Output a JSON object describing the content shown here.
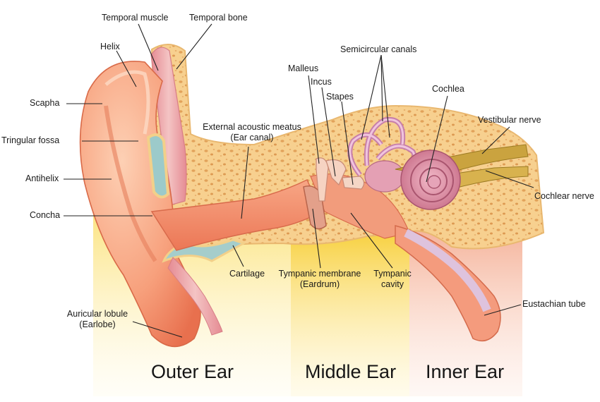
{
  "sections": {
    "outer": "Outer Ear",
    "middle": "Middle Ear",
    "inner": "Inner Ear"
  },
  "labels": {
    "temporal_muscle": "Temporal muscle",
    "temporal_bone": "Temporal bone",
    "helix": "Helix",
    "scapha": "Scapha",
    "triangular_fossa": "Tringular fossa",
    "antihelix": "Antihelix",
    "concha": "Concha",
    "auricular_lobule": "Auricular lobule",
    "auricular_lobule_sub": "(Earlobe)",
    "external_meatus": "External acoustic meatus",
    "external_meatus_sub": "(Ear canal)",
    "malleus": "Malleus",
    "incus": "Incus",
    "stapes": "Stapes",
    "semicircular_canals": "Semicircular canals",
    "cochlea": "Cochlea",
    "vestibular_nerve": "Vestibular nerve",
    "cochlear_nerve": "Cochlear nerve",
    "cartilage": "Cartilage",
    "tympanic_membrane": "Tympanic membrane",
    "tympanic_membrane_sub": "(Eardrum)",
    "tympanic_cavity": "Tympanic",
    "tympanic_cavity_sub": "cavity",
    "eustachian_tube": "Eustachian tube"
  },
  "colors": {
    "outer_band": "#fbe88a",
    "middle_band": "#f8d23a",
    "inner_band": "#f4b7a0",
    "bone": "#f6cf8a",
    "skin": "#f59c7a",
    "canal": "#f28a6a",
    "muscle": "#e8a2a8",
    "cartilage": "#9fc9c9",
    "cochlea": "#d88a9e",
    "nerve": "#c9a641"
  }
}
